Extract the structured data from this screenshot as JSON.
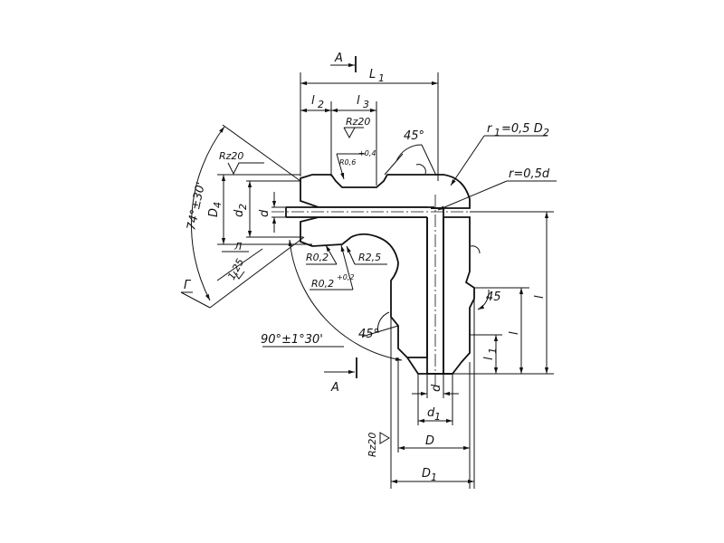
{
  "dimensions": {
    "L1": "L",
    "L1_sub": "1",
    "l2": "l",
    "l2_sub": "2",
    "l3": "l",
    "l3_sub": "3",
    "D4": "D",
    "D4_sub": "4",
    "d2": "d",
    "d2_sub": "2",
    "d": "d",
    "D": "D",
    "D1": "D",
    "D1_sub": "1",
    "d1": "d",
    "d1_sub": "1",
    "l_big": "l",
    "l_mid": "l",
    "l1": "l",
    "l1_sub": "1",
    "L_cham": "Л"
  },
  "annotations": {
    "section_top": "А",
    "section_bottom": "А",
    "gamma": "Г",
    "angle_74": "74°±30'",
    "angle_90": "90°±1°30'",
    "angle_45_top": "45°",
    "angle_45_bottom": "45°",
    "angle_45_right": "45",
    "r1": "r",
    "r1_sub": "1",
    "r1_rest": "=0,5 D",
    "r1_rest_sub": "2",
    "r": "r=0,5d",
    "rz20_top": "Rz20",
    "rz20_left": "Rz20",
    "rz20_bottom": "Rz20",
    "r06": "R0,6",
    "r06_tol": "+0,4",
    "r02": "R0,2",
    "r02b": "R0,2",
    "r02b_tol": "+0,2",
    "r25": "R2,5",
    "val_125": "1,25"
  }
}
